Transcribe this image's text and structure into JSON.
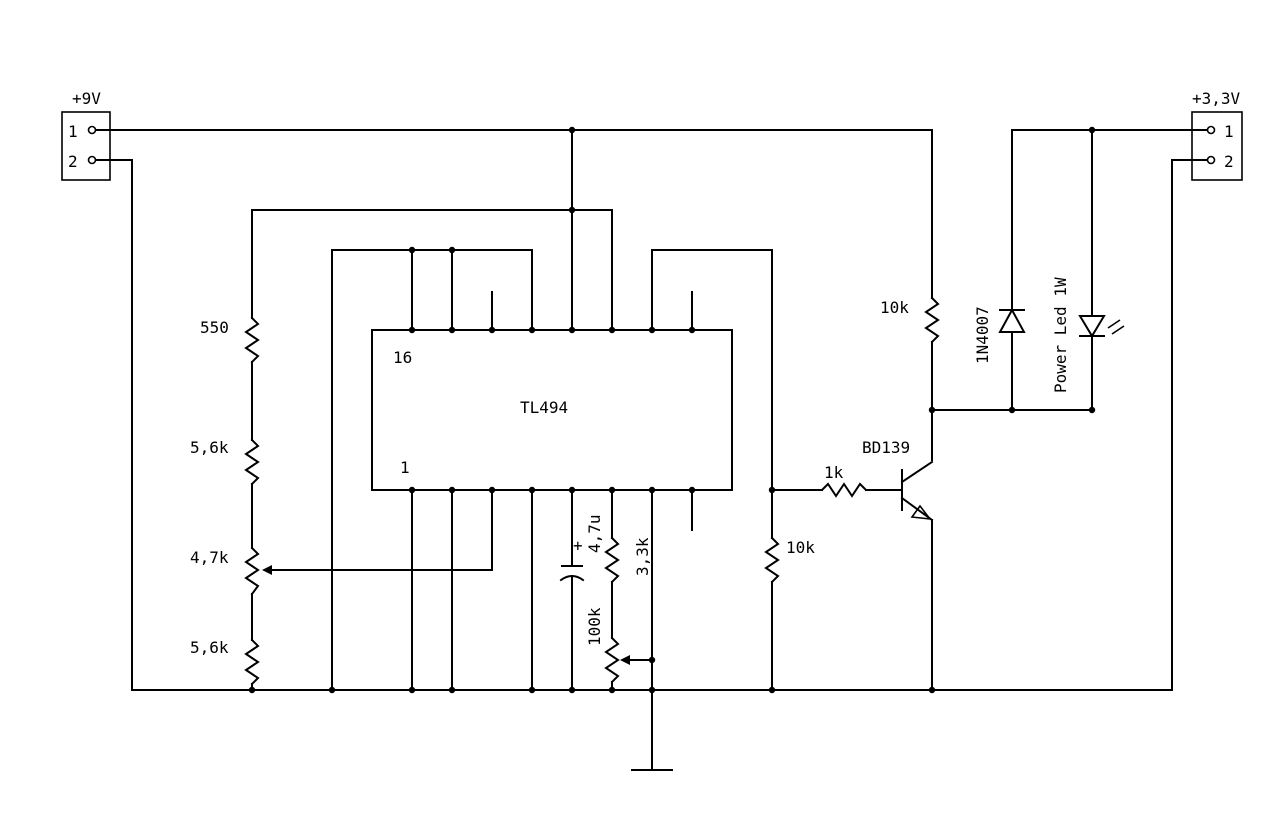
{
  "connectors": {
    "input": {
      "label": "+9V",
      "pin1": "1",
      "pin2": "2"
    },
    "output": {
      "label": "+3,3V",
      "pin1": "1",
      "pin2": "2"
    }
  },
  "ic": {
    "name": "TL494",
    "pin_top": "16",
    "pin_bottom": "1"
  },
  "components": {
    "r_550": "550",
    "r_5k6_a": "5,6k",
    "pot_4k7": "4,7k",
    "r_5k6_b": "5,6k",
    "cap": "4,7u",
    "cap_plus": "+",
    "r_3k3": "3,3k",
    "pot_100k": "100k",
    "r_10k_low": "10k",
    "r_1k": "1k",
    "transistor": "BD139",
    "r_10k_high": "10k",
    "diode": "1N4007",
    "led": "Power Led 1W"
  }
}
